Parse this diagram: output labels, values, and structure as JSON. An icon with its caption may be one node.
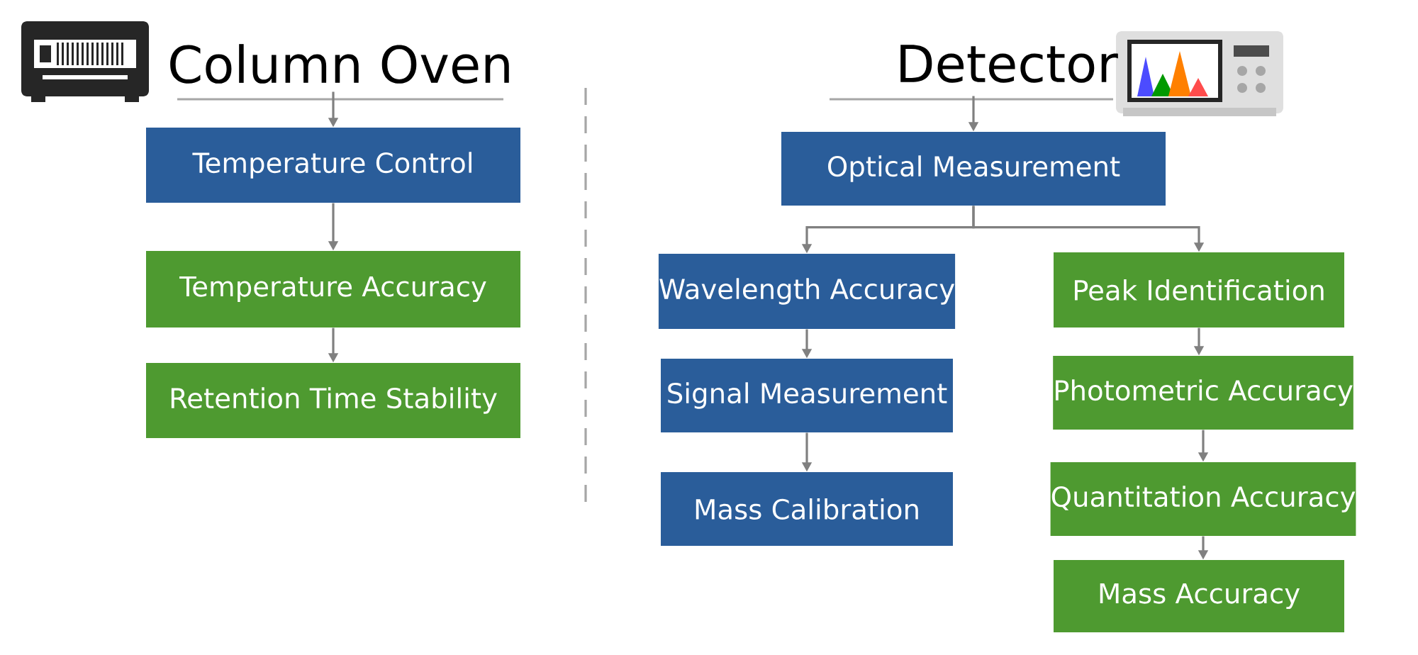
{
  "diagram": {
    "nodes": [
      {
        "text": [
          "Column Oven"
        ]
      },
      {
        "text": [
          "Temperature Control"
        ]
      },
      {
        "text": [
          "Temperature Accuracy"
        ]
      },
      {
        "text": [
          "Retention Time Stability"
        ]
      },
      {
        "text": [
          "Detector"
        ]
      },
      {
        "text": [
          "Optical Measurement"
        ]
      },
      {
        "text": [
          "Wavelength Accuracy"
        ]
      },
      {
        "text": [
          "Signal Measurement"
        ]
      },
      {
        "text": [
          "Mass Calibration"
        ]
      },
      {
        "text": [
          "Peak Identification"
        ]
      },
      {
        "text": [
          "Photometric Accuracy"
        ]
      },
      {
        "text": [
          "Quantitation Accuracy"
        ]
      },
      {
        "text": [
          "Mass Accuracy"
        ]
      }
    ],
    "edges": [
      {
        "from": 0,
        "to": 1,
        "arrow": "to"
      },
      {
        "from": 1,
        "to": 2,
        "arrow": "to"
      },
      {
        "from": 2,
        "to": 3,
        "arrow": "to"
      },
      {
        "from": 4,
        "to": 5,
        "arrow": "to"
      },
      {
        "from": 5,
        "to": 6,
        "arrow": "to"
      },
      {
        "from": 5,
        "to": 9,
        "arrow": "to"
      },
      {
        "from": 6,
        "to": 7,
        "arrow": "to"
      },
      {
        "from": 7,
        "to": 8,
        "arrow": "to"
      },
      {
        "from": 9,
        "to": 10,
        "arrow": "to"
      },
      {
        "from": 10,
        "to": 11,
        "arrow": "to"
      },
      {
        "from": 11,
        "to": 12,
        "arrow": "to"
      }
    ]
  }
}
